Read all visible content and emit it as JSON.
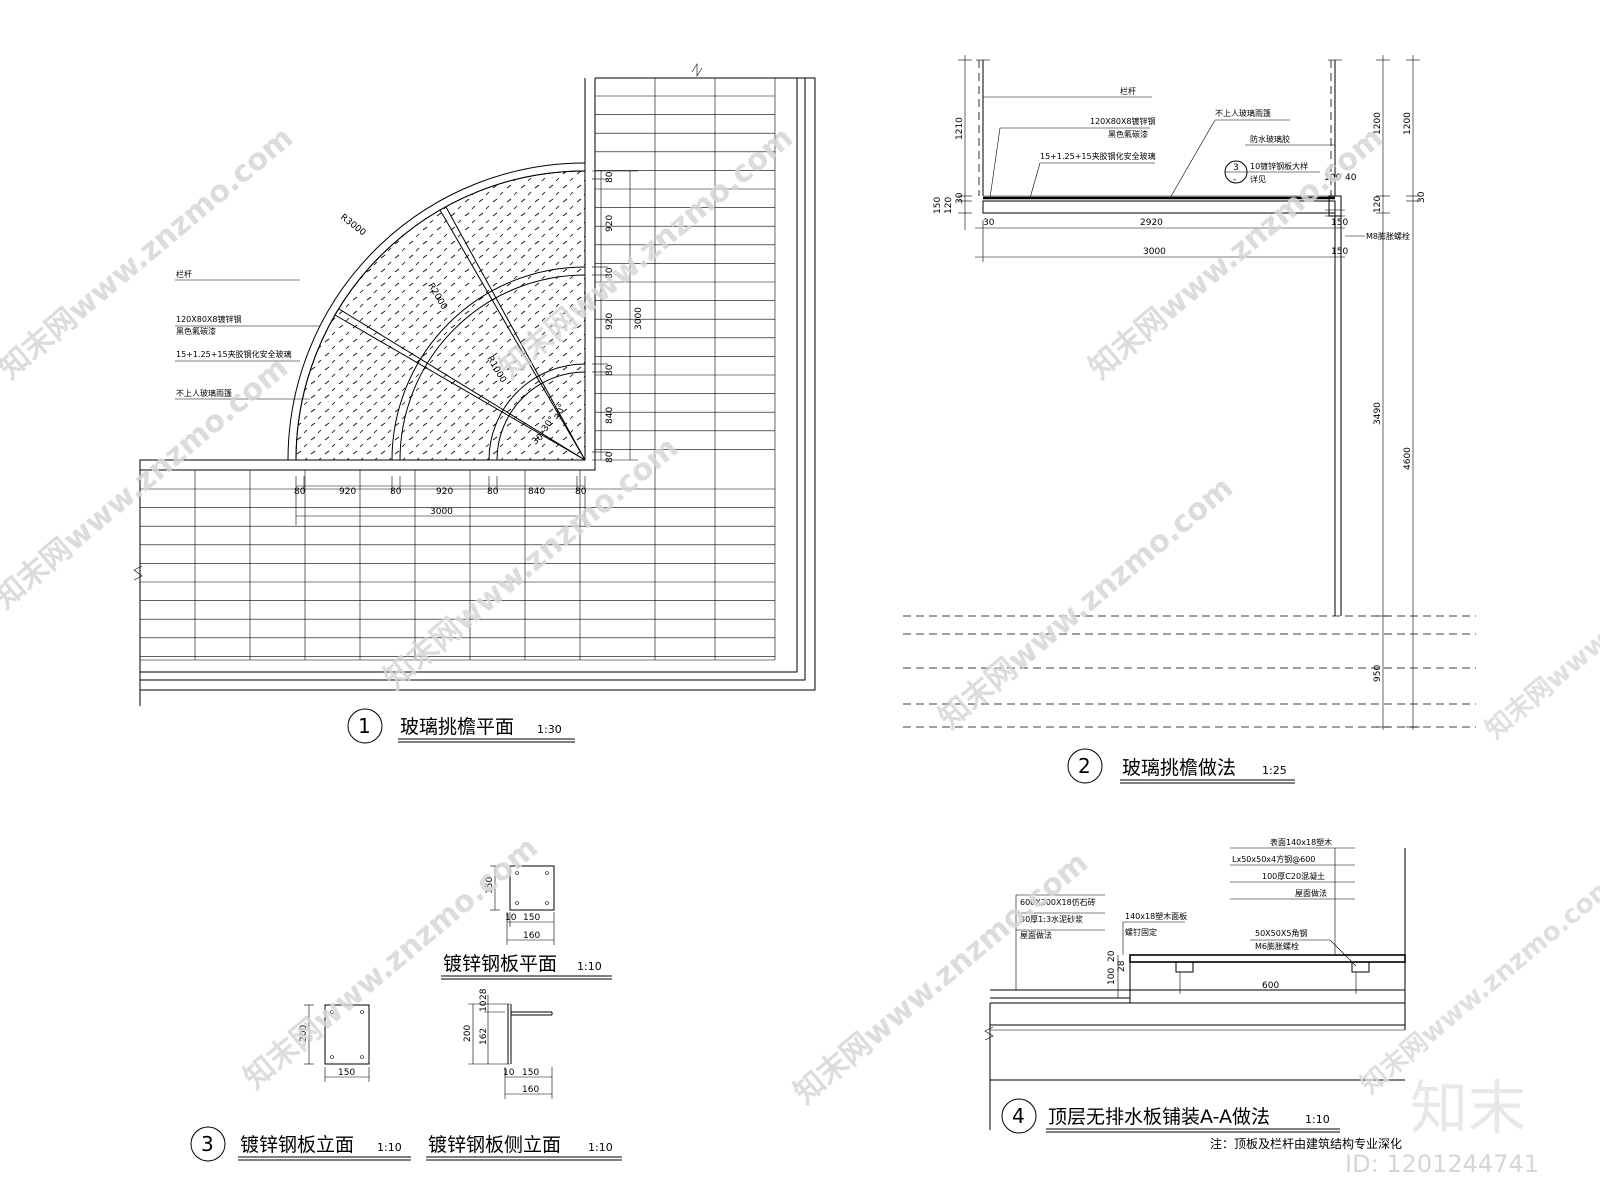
{
  "views": [
    {
      "number": "1",
      "title": "玻璃挑檐平面",
      "scale": "1:30"
    },
    {
      "number": "2",
      "title": "玻璃挑檐做法",
      "scale": "1:25"
    },
    {
      "number": "3",
      "title": "镀锌钢板立面",
      "scale": "1:10"
    },
    {
      "number": "4",
      "title": "顶层无排水板铺装A-A做法",
      "scale": "1:10"
    }
  ],
  "sub_views": [
    {
      "title": "镀锌钢板平面",
      "scale": "1:10"
    },
    {
      "title": "镀锌钢板侧立面",
      "scale": "1:10"
    }
  ],
  "plan": {
    "callouts": [
      "栏杆",
      "120X80X8镀锌钢",
      "黑色氟碳漆",
      "15+1.25+15夹胶钢化安全玻璃",
      "不上人玻璃雨篷"
    ],
    "radius_labels": [
      "R3000",
      "R2000",
      "R1000"
    ],
    "angle_labels": [
      "30°",
      "30°",
      "30°"
    ],
    "bottom_dims": [
      "80",
      "920",
      "80",
      "920",
      "80",
      "840",
      "80"
    ],
    "bottom_total": "3000",
    "right_dims": [
      "80",
      "920",
      "80",
      "920",
      "80",
      "840",
      "80"
    ],
    "right_total": "3000"
  },
  "section": {
    "callouts": [
      "栏杆",
      "120X80X8镀锌钢",
      "黑色氟碳漆",
      "15+1.25+15夹胶钢化安全玻璃",
      "不上人玻璃雨篷",
      "防水玻璃胶",
      "10镀锌钢板大样",
      "详见",
      "M8膨胀螺栓"
    ],
    "detail_ref": {
      "top": "3",
      "bottom": "-"
    },
    "left_dims": [
      "1210",
      "30",
      "150",
      "120"
    ],
    "span_dims": [
      "30",
      "2920",
      "150"
    ],
    "total_dim": "3000",
    "total_side": "150",
    "right_top_dims": [
      "100",
      "40"
    ],
    "right_vertical_dims": [
      "1200",
      "120",
      "3490",
      "950"
    ],
    "far_right_dims": [
      "1200",
      "30",
      "4600"
    ]
  },
  "plate": {
    "plan_dims": {
      "height": "150",
      "inner": "10",
      "width": "150",
      "total": "160"
    },
    "elev_dims": {
      "height": "200",
      "width": "150"
    },
    "side_dims": {
      "top_a": "10",
      "top_b": "28",
      "height": "200",
      "inner": "162",
      "left": "10",
      "width": "150",
      "total": "160"
    }
  },
  "paving": {
    "left_callouts": [
      "600X200X18仿石砖",
      "30厚1:3水泥砂浆",
      "屋面做法"
    ],
    "mid_callouts": [
      "140x18塑木面板",
      "螺钉固定"
    ],
    "right_callouts": [
      "50X50X5角钢",
      "M6膨胀螺栓"
    ],
    "top_callouts": [
      "表面140x18塑木",
      "Lx50x50x4方钢@600",
      "100厚C20混凝土",
      "屋面做法"
    ],
    "dims": [
      "20",
      "28",
      "100",
      "600"
    ],
    "note": "注：顶板及栏杆由建筑结构专业深化"
  },
  "watermark": {
    "site": "知末网www.znzmo.com",
    "brand": "知末",
    "id": "ID: 1201244741"
  }
}
